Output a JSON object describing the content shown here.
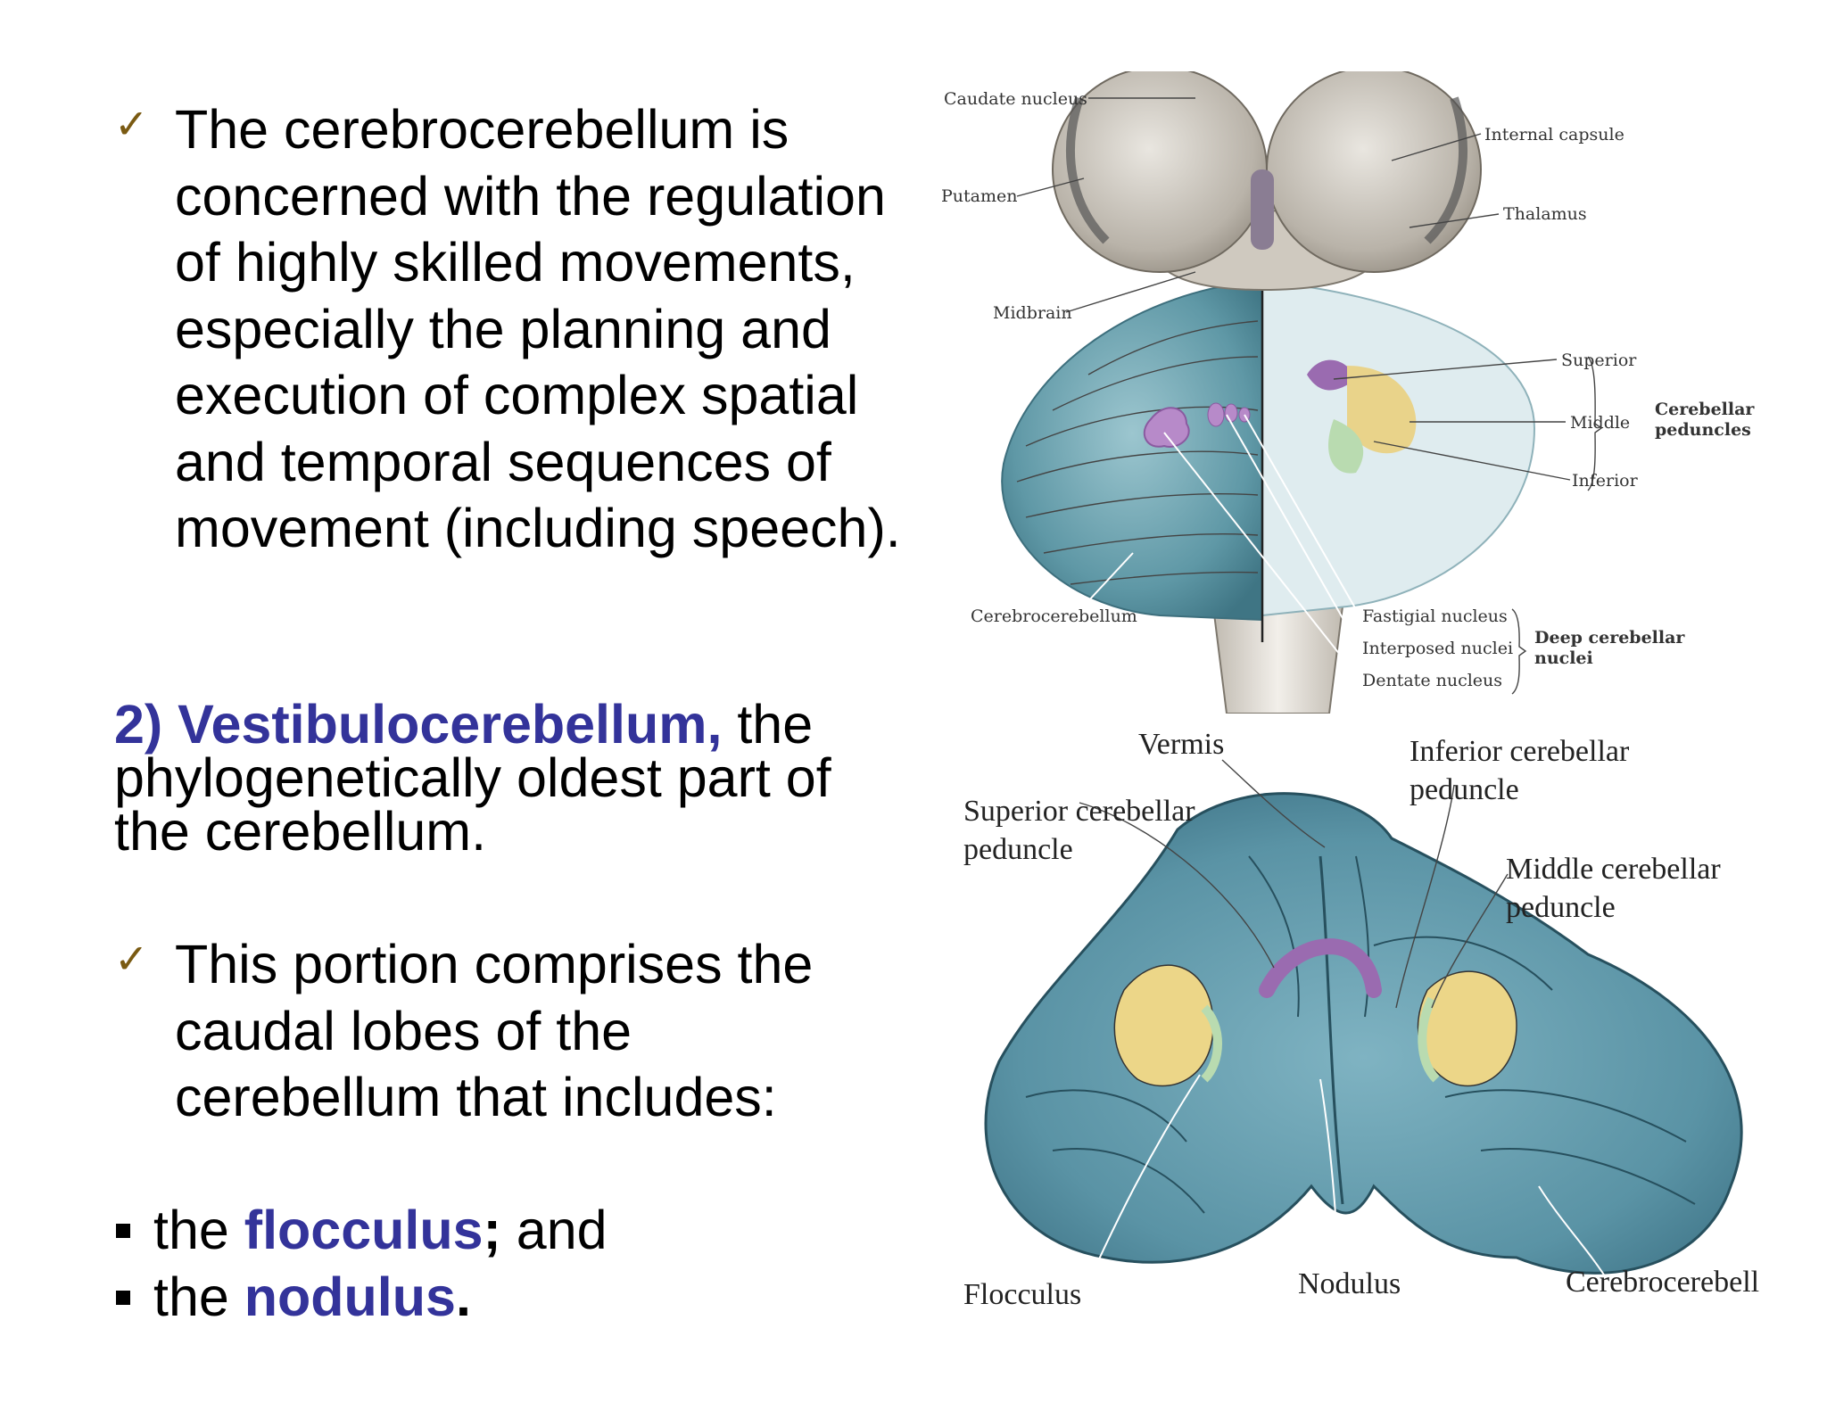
{
  "text": {
    "bullet1_mark": "✓",
    "bullet1": "The cerebrocerebellum is concerned with the regulation of highly skilled movements, especially the planning and execution of complex spatial and temporal sequences of movement (including speech).",
    "section_heading": "2) Vestibulocerebellum,",
    "section_rest": " the phylogenetically oldest part of the cerebellum.",
    "bullet2_mark": "✓",
    "bullet2": "This portion comprises the caudal lobes of the cerebellum that includes:",
    "list": [
      {
        "prefix": "the ",
        "term": "flocculus",
        "suffix_bold": ";",
        "suffix": " and"
      },
      {
        "prefix": "the ",
        "term": "nodulus",
        "suffix_bold": ".",
        "suffix": ""
      }
    ]
  },
  "figure_top": {
    "labels": {
      "caudate": "Caudate nucleus",
      "internal_capsule": "Internal capsule",
      "putamen": "Putamen",
      "thalamus": "Thalamus",
      "midbrain": "Midbrain",
      "superior": "Superior",
      "middle": "Middle",
      "inferior": "Inferior",
      "cerebellar": "Cerebellar",
      "peduncles": "peduncles",
      "cerebrocerebellum": "Cerebrocerebellum",
      "fastigial": "Fastigial nucleus",
      "interposed": "Interposed nuclei",
      "dentate": "Dentate nucleus",
      "deep_cerebellar": "Deep cerebellar",
      "nuclei": "nuclei"
    }
  },
  "figure_bottom": {
    "labels": {
      "vermis": "Vermis",
      "inferior_cp_1": "Inferior cerebellar",
      "inferior_cp_2": "peduncle",
      "superior_cp_1": "Superior cerebellar",
      "superior_cp_2": "peduncle",
      "middle_cp_1": "Middle cerebellar",
      "middle_cp_2": "peduncle",
      "flocculus": "Flocculus",
      "nodulus": "Nodulus",
      "cerebrocerebellum": "Cerebrocerebell"
    }
  },
  "colors": {
    "checkmark": "#7a5a12",
    "accent": "#33339a",
    "cerebellum_teal": "#5f98a6",
    "thalamus_grey": "#b8b2a8",
    "peduncle_superior": "#9a6bb0",
    "peduncle_middle": "#e9d38a",
    "peduncle_inferior": "#b9dbb0"
  }
}
